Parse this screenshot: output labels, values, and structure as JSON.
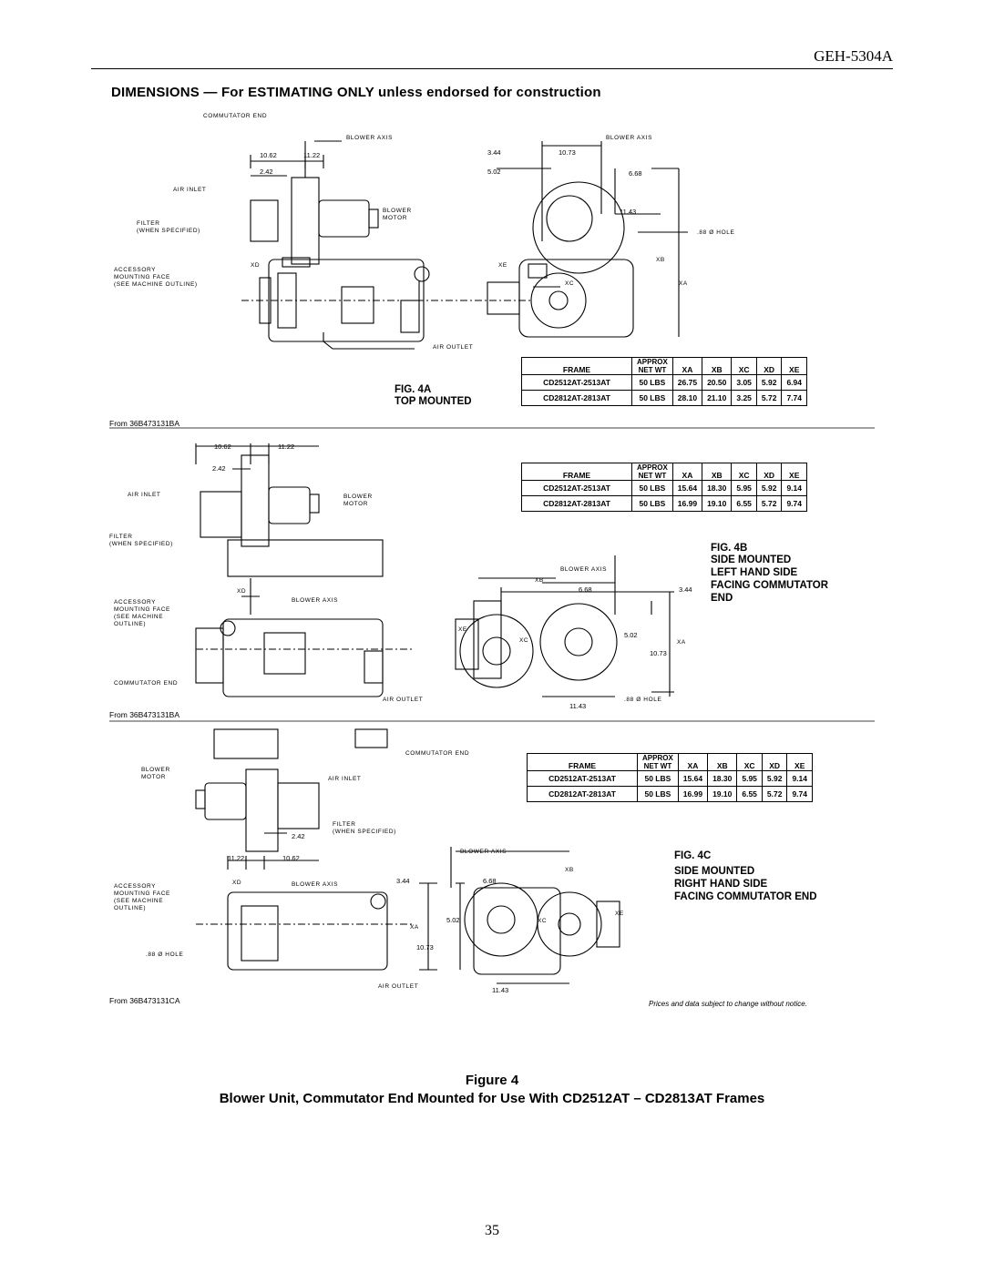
{
  "header": {
    "doc_id": "GEH-5304A"
  },
  "dims_title": "DIMENSIONS — For ESTIMATING ONLY unless endorsed for construction",
  "labels": {
    "commutator_end": "COMMUTATOR END",
    "blower_axis": "BLOWER AXIS",
    "air_inlet": "AIR INLET",
    "filter": "FILTER",
    "when_specified": "(WHEN SPECIFIED)",
    "blower": "BLOWER",
    "motor": "MOTOR",
    "accessory": "ACCESSORY",
    "mounting_face": "MOUNTING FACE",
    "see_machine": "(SEE MACHINE",
    "outline": "OUTLINE)",
    "see_machine_outline": "(SEE MACHINE OUTLINE)",
    "air_outlet": "AIR OUTLET",
    "hole": ".88 Ø HOLE",
    "xa": "XA",
    "xb": "XB",
    "xc": "XC",
    "xd": "XD",
    "xe": "XE"
  },
  "dims": {
    "d1062": "10.62",
    "d1122": "11.22",
    "d242": "2.42",
    "d344": "3.44",
    "d1073": "10.73",
    "d502": "5.02",
    "d668": "6.68",
    "d1143": "11.43"
  },
  "figures": [
    {
      "caption_1": "FIG. 4A",
      "caption_2": "TOP MOUNTED",
      "from": "From 36B473131BA",
      "headers": {
        "frame": "FRAME",
        "approx": "APPROX",
        "net_wt": "NET WT",
        "xa": "XA",
        "xb": "XB",
        "xc": "XC",
        "xd": "XD",
        "xe": "XE"
      },
      "rows": [
        {
          "frame": "CD2512AT-2513AT",
          "wt": "50 LBS",
          "xa": "26.75",
          "xb": "20.50",
          "xc": "3.05",
          "xd": "5.92",
          "xe": "6.94"
        },
        {
          "frame": "CD2812AT-2813AT",
          "wt": "50 LBS",
          "xa": "28.10",
          "xb": "21.10",
          "xc": "3.25",
          "xd": "5.72",
          "xe": "7.74"
        }
      ]
    },
    {
      "caption_1": "FIG. 4B",
      "caption_2": "SIDE MOUNTED",
      "caption_3": "LEFT HAND SIDE",
      "caption_4": "FACING COMMUTATOR",
      "caption_5": "END",
      "from": "From 36B473131BA",
      "headers": {
        "frame": "FRAME",
        "approx": "APPROX",
        "net_wt": "NET WT",
        "xa": "XA",
        "xb": "XB",
        "xc": "XC",
        "xd": "XD",
        "xe": "XE"
      },
      "rows": [
        {
          "frame": "CD2512AT-2513AT",
          "wt": "50 LBS",
          "xa": "15.64",
          "xb": "18.30",
          "xc": "5.95",
          "xd": "5.92",
          "xe": "9.14"
        },
        {
          "frame": "CD2812AT-2813AT",
          "wt": "50 LBS",
          "xa": "16.99",
          "xb": "19.10",
          "xc": "6.55",
          "xd": "5.72",
          "xe": "9.74"
        }
      ]
    },
    {
      "caption_1": "FIG. 4C",
      "caption_2": "SIDE MOUNTED",
      "caption_3": "RIGHT HAND SIDE",
      "caption_4": "FACING COMMUTATOR END",
      "from": "From 36B473131CA",
      "headers": {
        "frame": "FRAME",
        "approx": "APPROX",
        "net_wt": "NET WT",
        "xa": "XA",
        "xb": "XB",
        "xc": "XC",
        "xd": "XD",
        "xe": "XE"
      },
      "rows": [
        {
          "frame": "CD2512AT-2513AT",
          "wt": "50 LBS",
          "xa": "15.64",
          "xb": "18.30",
          "xc": "5.95",
          "xd": "5.92",
          "xe": "9.14"
        },
        {
          "frame": "CD2812AT-2813AT",
          "wt": "50 LBS",
          "xa": "16.99",
          "xb": "19.10",
          "xc": "6.55",
          "xd": "5.72",
          "xe": "9.74"
        }
      ]
    }
  ],
  "notice": "Prices and data subject to change without notice.",
  "figure_label": "Figure 4",
  "figure_desc": "Blower Unit, Commutator End Mounted for Use With CD2512AT – CD2813AT Frames",
  "page_number": "35"
}
